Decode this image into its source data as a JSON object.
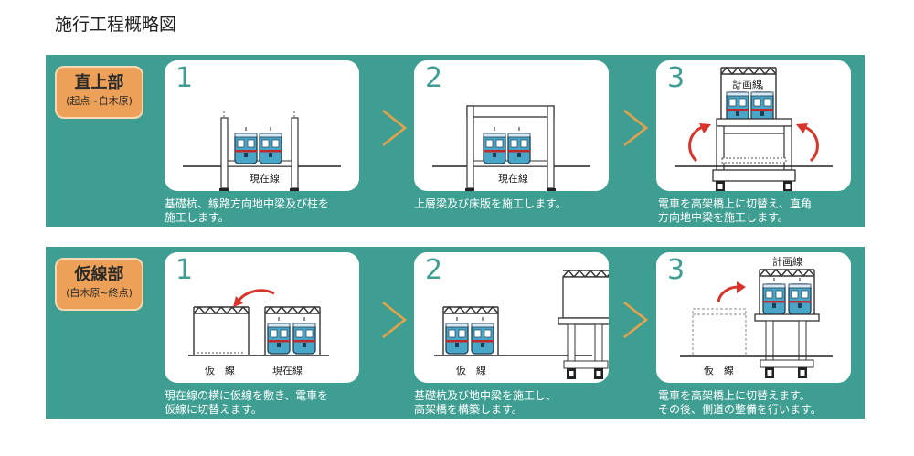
{
  "title": "施行工程概略図",
  "upper": {
    "label": "直上部",
    "sublabel": "(起点~白木原)",
    "steps": [
      {
        "num": "1",
        "caption_lines": [
          "基礎杭、線路方向地中梁及び柱を",
          "施工します。"
        ],
        "labels": [
          "現在線"
        ]
      },
      {
        "num": "2",
        "caption_lines": [
          "上層梁及び床版を施工します。"
        ],
        "labels": [
          "現在線"
        ]
      },
      {
        "num": "3",
        "caption_lines": [
          "電車を高架橋上に切替え、直角",
          "方向地中梁を施工します。"
        ],
        "labels": [
          "計画線"
        ]
      }
    ]
  },
  "lower": {
    "label": "仮線部",
    "sublabel": "(白木原~終点)",
    "steps": [
      {
        "num": "1",
        "caption_lines": [
          "現在線の横に仮線を敷き、電車を",
          "仮線に切替えます。"
        ],
        "labels": [
          "仮　線",
          "現在線"
        ]
      },
      {
        "num": "2",
        "caption_lines": [
          "基礎杭及び地中梁を施工し、",
          "高架橋を構築します。"
        ],
        "labels": [
          "仮　線"
        ]
      },
      {
        "num": "3",
        "caption_lines": [
          "電車を高架橋上に切替えます。",
          "その後、側道の整備を行います。"
        ],
        "labels": [
          "仮　線",
          "計画線"
        ]
      }
    ]
  },
  "colors": {
    "band": "#3f9e92",
    "label_box": "#eda158",
    "arrow": "#e7a24a",
    "rotate_arrow": "#d9342b",
    "train": "#4aa6c7",
    "train_stripe": "#c0292b"
  },
  "icons": [
    "chevron-right-icon",
    "curved-arrow-icon",
    "train-icon"
  ]
}
